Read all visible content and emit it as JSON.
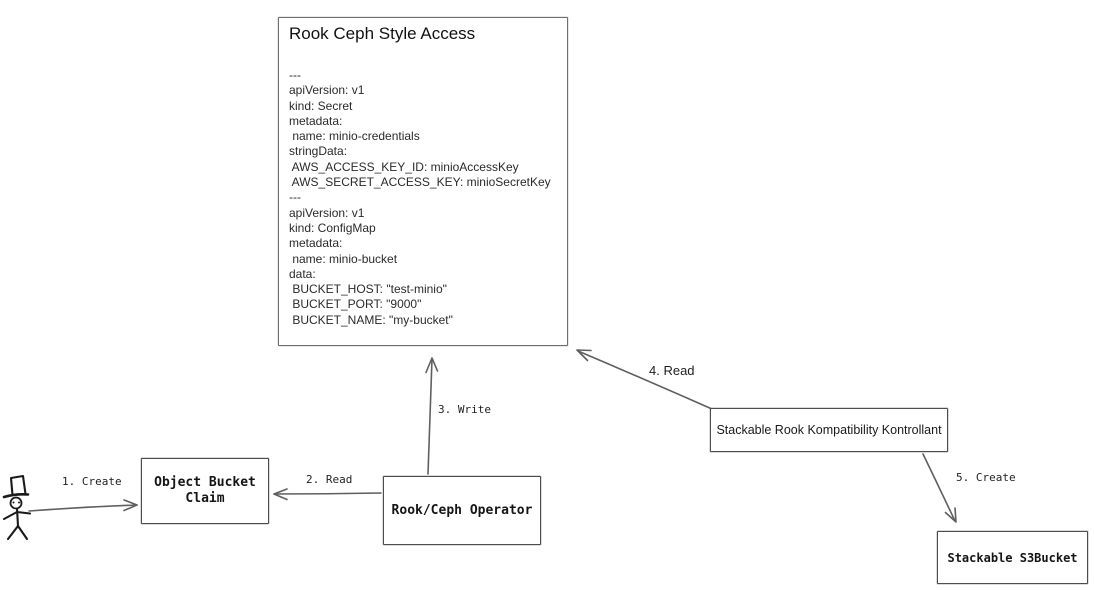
{
  "colors": {
    "arrow_line": "#5f5f5f",
    "box_border": "#4d4d4d",
    "text": "#1c1c1c",
    "background": "#ffffff"
  },
  "main_box": {
    "title": "Rook Ceph Style Access",
    "yaml_lines": [
      "---",
      "apiVersion: v1",
      "kind: Secret",
      "metadata:",
      " name: minio-credentials",
      "stringData:",
      " AWS_ACCESS_KEY_ID: minioAccessKey",
      " AWS_SECRET_ACCESS_KEY: minioSecretKey",
      "---",
      "apiVersion: v1",
      "kind: ConfigMap",
      "metadata:",
      " name: minio-bucket",
      "data:",
      " BUCKET_HOST: \"test-minio\"",
      " BUCKET_PORT: \"9000\"",
      " BUCKET_NAME: \"my-bucket\""
    ]
  },
  "nodes": {
    "object_bucket_claim": {
      "label_lines": [
        "Object Bucket",
        "Claim"
      ]
    },
    "rook_ceph_operator": {
      "label": "Rook/Ceph Operator"
    },
    "stackable_kontrollant": {
      "label": "Stackable Rook Kompatibility Kontrollant"
    },
    "stackable_s3bucket": {
      "label": "Stackable S3Bucket"
    }
  },
  "arrows": {
    "create_obc": {
      "label": "1. Create"
    },
    "read_obc": {
      "label": "2. Read"
    },
    "write_secret": {
      "label": "3. Write"
    },
    "read_secret": {
      "label": "4. Read"
    },
    "create_s3bucket": {
      "label": "5. Create"
    }
  }
}
